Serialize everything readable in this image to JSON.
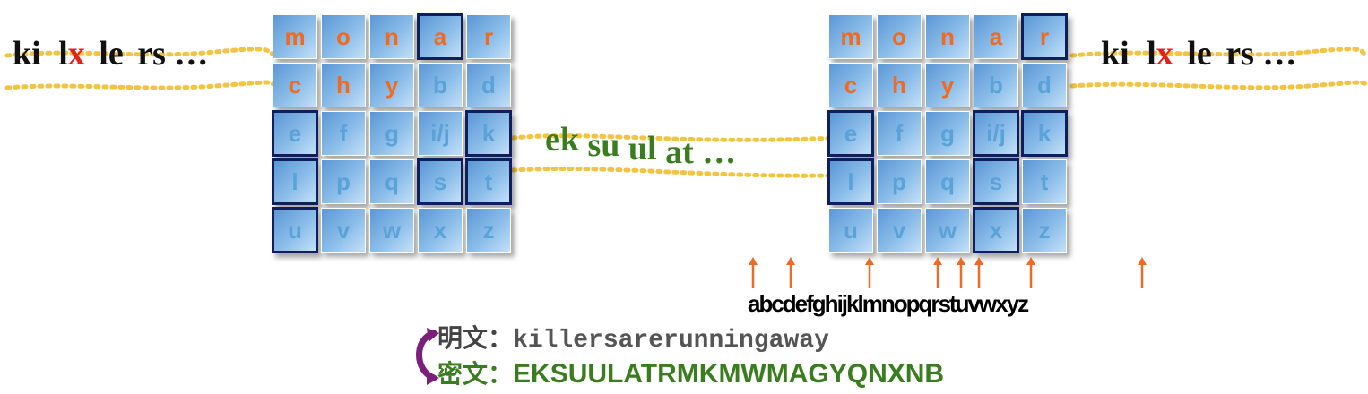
{
  "left_square": [
    [
      "m",
      "o",
      "n",
      "a",
      "r"
    ],
    [
      "c",
      "h",
      "y",
      "b",
      "d"
    ],
    [
      "e",
      "f",
      "g",
      "i/j",
      "k"
    ],
    [
      "l",
      "p",
      "q",
      "s",
      "t"
    ],
    [
      "u",
      "v",
      "w",
      "x",
      "z"
    ]
  ],
  "right_square": [
    [
      "m",
      "o",
      "n",
      "a",
      "r"
    ],
    [
      "c",
      "h",
      "y",
      "b",
      "d"
    ],
    [
      "e",
      "f",
      "g",
      "i/j",
      "k"
    ],
    [
      "l",
      "p",
      "q",
      "s",
      "t"
    ],
    [
      "u",
      "v",
      "w",
      "x",
      "z"
    ]
  ],
  "left_plain_digraphs": {
    "p1": "ki",
    "p2a": "l",
    "p2b": "x",
    "p3": "le",
    "p4": "rs",
    "more": "…"
  },
  "right_plain_digraphs": {
    "p1": "ki",
    "p2a": "l",
    "p2b": "x",
    "p3": "le",
    "p4": "rs",
    "more": "…"
  },
  "cipher_digraphs": {
    "c1": "ek",
    "c2": "su",
    "c3": "ul",
    "c4": "at",
    "more": "…"
  },
  "alphabet": "abcdefghijklmnopqrstuvwxyz",
  "plaintext": {
    "label": "明文：",
    "value": "killersarerunningaway"
  },
  "ciphertext": {
    "label": "密文：",
    "value": "EKSUULATRMKMWMAGYQNXNB"
  },
  "colors": {
    "key_letter": "#ef6a23",
    "other_letter": "#5aa2d8",
    "cipher_green": "#3a7d1f",
    "x_red": "#e3211c",
    "frame": "#0f1f5b",
    "wire": "#f3c444",
    "arrow": "#ef6a23"
  }
}
